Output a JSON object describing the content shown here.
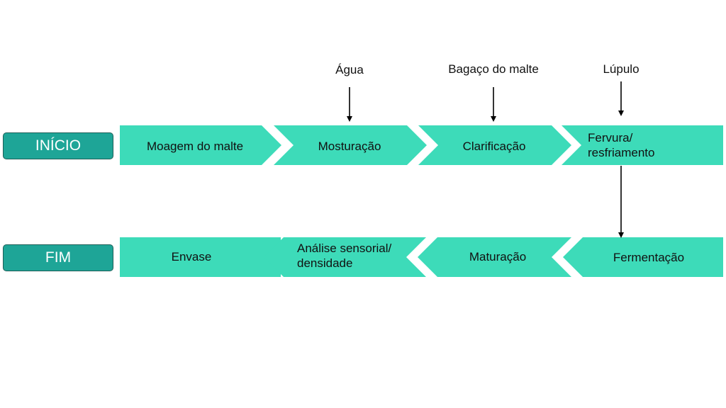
{
  "colors": {
    "step_fill": "#3ddbb9",
    "terminal_fill": "#1ea597",
    "arrow": "#000000"
  },
  "start_label": "INÍCIO",
  "end_label": "FIM",
  "row1_steps": [
    "Moagem do malte",
    "Mosturação",
    "Clarificação",
    "Fervura/\nresfriamento"
  ],
  "row2_steps": [
    "Envase",
    "Análise sensorial/\ndensidade",
    "Maturação",
    "Fermentação"
  ],
  "inputs": [
    "Água",
    "Bagaço do malte",
    "Lúpulo"
  ]
}
